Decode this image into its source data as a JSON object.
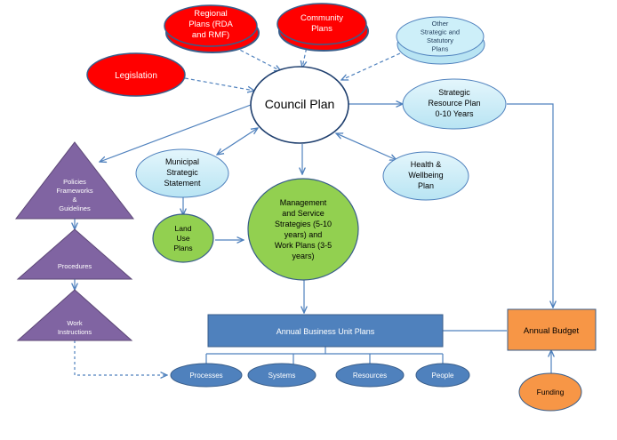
{
  "nodes": {
    "regional": [
      "Regional",
      "Plans (RDA",
      "and RMF)"
    ],
    "community": [
      "Community",
      "Plans"
    ],
    "other": [
      "Other",
      "Strategic and",
      "Statutory",
      "Plans"
    ],
    "legislation": [
      "Legislation"
    ],
    "council": [
      "Council Plan"
    ],
    "srp": [
      "Strategic",
      "Resource Plan",
      "0-10 Years"
    ],
    "mss": [
      "Municipal",
      "Strategic",
      "Statement"
    ],
    "health": [
      "Health &",
      "Wellbeing",
      "Plan"
    ],
    "mgmt": [
      "Management",
      "and Service",
      "Strategies (5-10",
      "years) and",
      "Work Plans (3-5",
      "years)"
    ],
    "landuse": [
      "Land",
      "Use",
      "Plans"
    ],
    "policies": [
      "Policies",
      "Frameworks",
      "&",
      "Guidelines"
    ],
    "procedures": [
      "Procedures"
    ],
    "work": [
      "Work",
      "Instructions"
    ],
    "abup": [
      "Annual Business Unit Plans"
    ],
    "budget": [
      "Annual Budget"
    ],
    "funding": [
      "Funding"
    ],
    "processes": [
      "Processes"
    ],
    "systems": [
      "Systems"
    ],
    "resources": [
      "Resources"
    ],
    "people": [
      "People"
    ]
  },
  "colors": {
    "red": "#ff0000",
    "light_blue": "#cdeff9",
    "green": "#92d050",
    "purple": "#8064a2",
    "blue": "#4f81bd",
    "orange": "#f79646",
    "arrow": "#4f81bd",
    "outline": "#385d8a"
  }
}
